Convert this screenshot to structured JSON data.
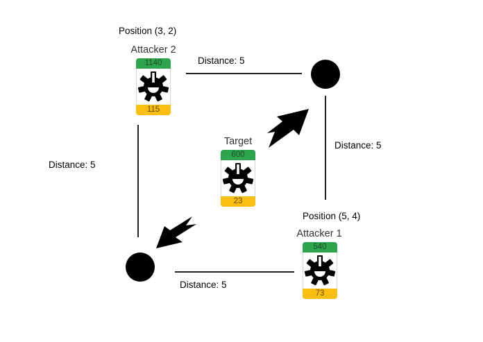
{
  "positions": {
    "attacker2": "Position (3, 2)",
    "attacker1": "Position (5, 4)"
  },
  "units": {
    "attacker2": {
      "name": "Attacker 2",
      "hp": "1140",
      "mp": "115",
      "icon": "gear-face-icon"
    },
    "target": {
      "name": "Target",
      "hp": "600",
      "mp": "23",
      "icon": "gear-face-icon"
    },
    "attacker1": {
      "name": "Attacker 1",
      "hp": "540",
      "mp": "73",
      "icon": "gear-face-icon"
    }
  },
  "distances": {
    "top": "Distance: 5",
    "right": "Distance: 5",
    "left": "Distance: 5",
    "bottom": "Distance: 5"
  },
  "colors": {
    "hp": "#2ea44f",
    "mp": "#f8bf12",
    "ink": "#000000"
  }
}
